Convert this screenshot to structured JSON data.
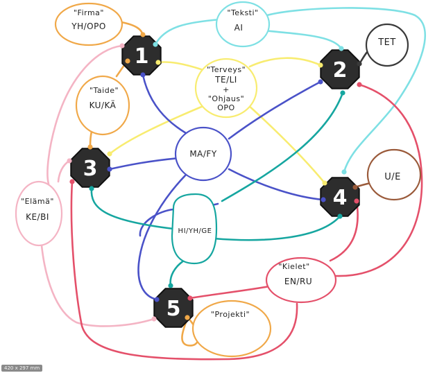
{
  "nodes": {
    "n1": {
      "num": "1"
    },
    "n2": {
      "num": "2"
    },
    "n3": {
      "num": "3"
    },
    "n4": {
      "num": "4"
    },
    "n5": {
      "num": "5"
    }
  },
  "bubbles": {
    "firma": {
      "line1": "\"Firma\"",
      "line2": "YH/OPO"
    },
    "teksti": {
      "line1": "\"Teksti\"",
      "line2": "AI"
    },
    "tet": {
      "line1": "TET"
    },
    "terveys": {
      "line1": "\"Terveys\"",
      "line2": "TE/LI",
      "line3": "+",
      "line4": "\"Ohjaus\"",
      "line5": "OPO"
    },
    "taide": {
      "line1": "\"Taide\"",
      "line2": "KU/KÄ"
    },
    "mafy": {
      "line1": "MA/FY"
    },
    "ue": {
      "line1": "U/E"
    },
    "elama": {
      "line1": "\"Elämä\"",
      "line2": "KE/BI"
    },
    "hiyhge": {
      "line1": "HI/YH/GE"
    },
    "kielet": {
      "line1": "\"Kielet\"",
      "line2": "EN/RU"
    },
    "projekti": {
      "line1": "\"Projekti\""
    }
  },
  "footer": {
    "paper_size": "420 x 297 mm"
  },
  "colors": {
    "orange": "#f0a848",
    "cyan": "#7ee0e4",
    "yellow": "#f8ec70",
    "blue": "#4a52c8",
    "teal": "#16a6a0",
    "pink": "#f4b4c4",
    "red": "#e4506a",
    "brown": "#9a5a3a",
    "gray": "#3a3a3a",
    "hex": "#2d2d2d"
  }
}
